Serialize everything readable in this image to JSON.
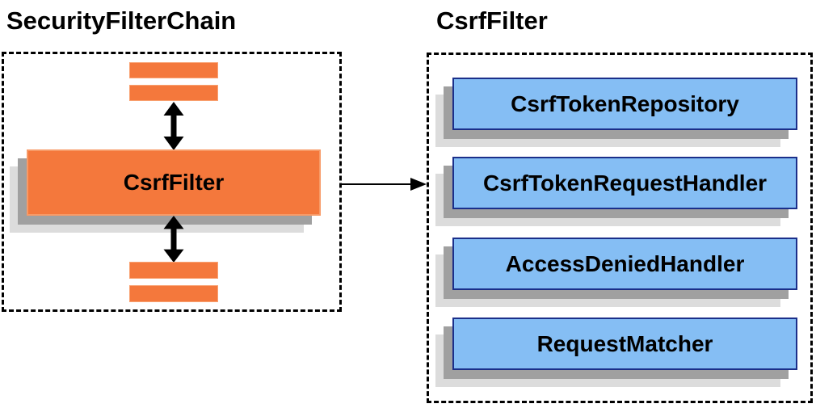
{
  "titles": {
    "left": "SecurityFilterChain",
    "right": "CsrfFilter"
  },
  "left_panel": {
    "main_box_label": "CsrfFilter",
    "stack_bars_above": 2,
    "stack_bars_below": 2
  },
  "right_panel": {
    "components": [
      "CsrfTokenRepository",
      "CsrfTokenRequestHandler",
      "AccessDeniedHandler",
      "RequestMatcher"
    ]
  },
  "icons": {
    "vertical_connectors": "double-arrow-icon",
    "panel_link": "right-arrow-icon"
  },
  "colors": {
    "orange_fill": "#F4783C",
    "orange_border": "#F9A171",
    "blue_fill": "#85BEF4",
    "blue_border": "#1B2F8A",
    "shadow_dark": "#A0A0A0",
    "shadow_light": "#DCDCDC",
    "arrow": "#000000",
    "text": "#000000",
    "background": "#FFFFFF"
  }
}
